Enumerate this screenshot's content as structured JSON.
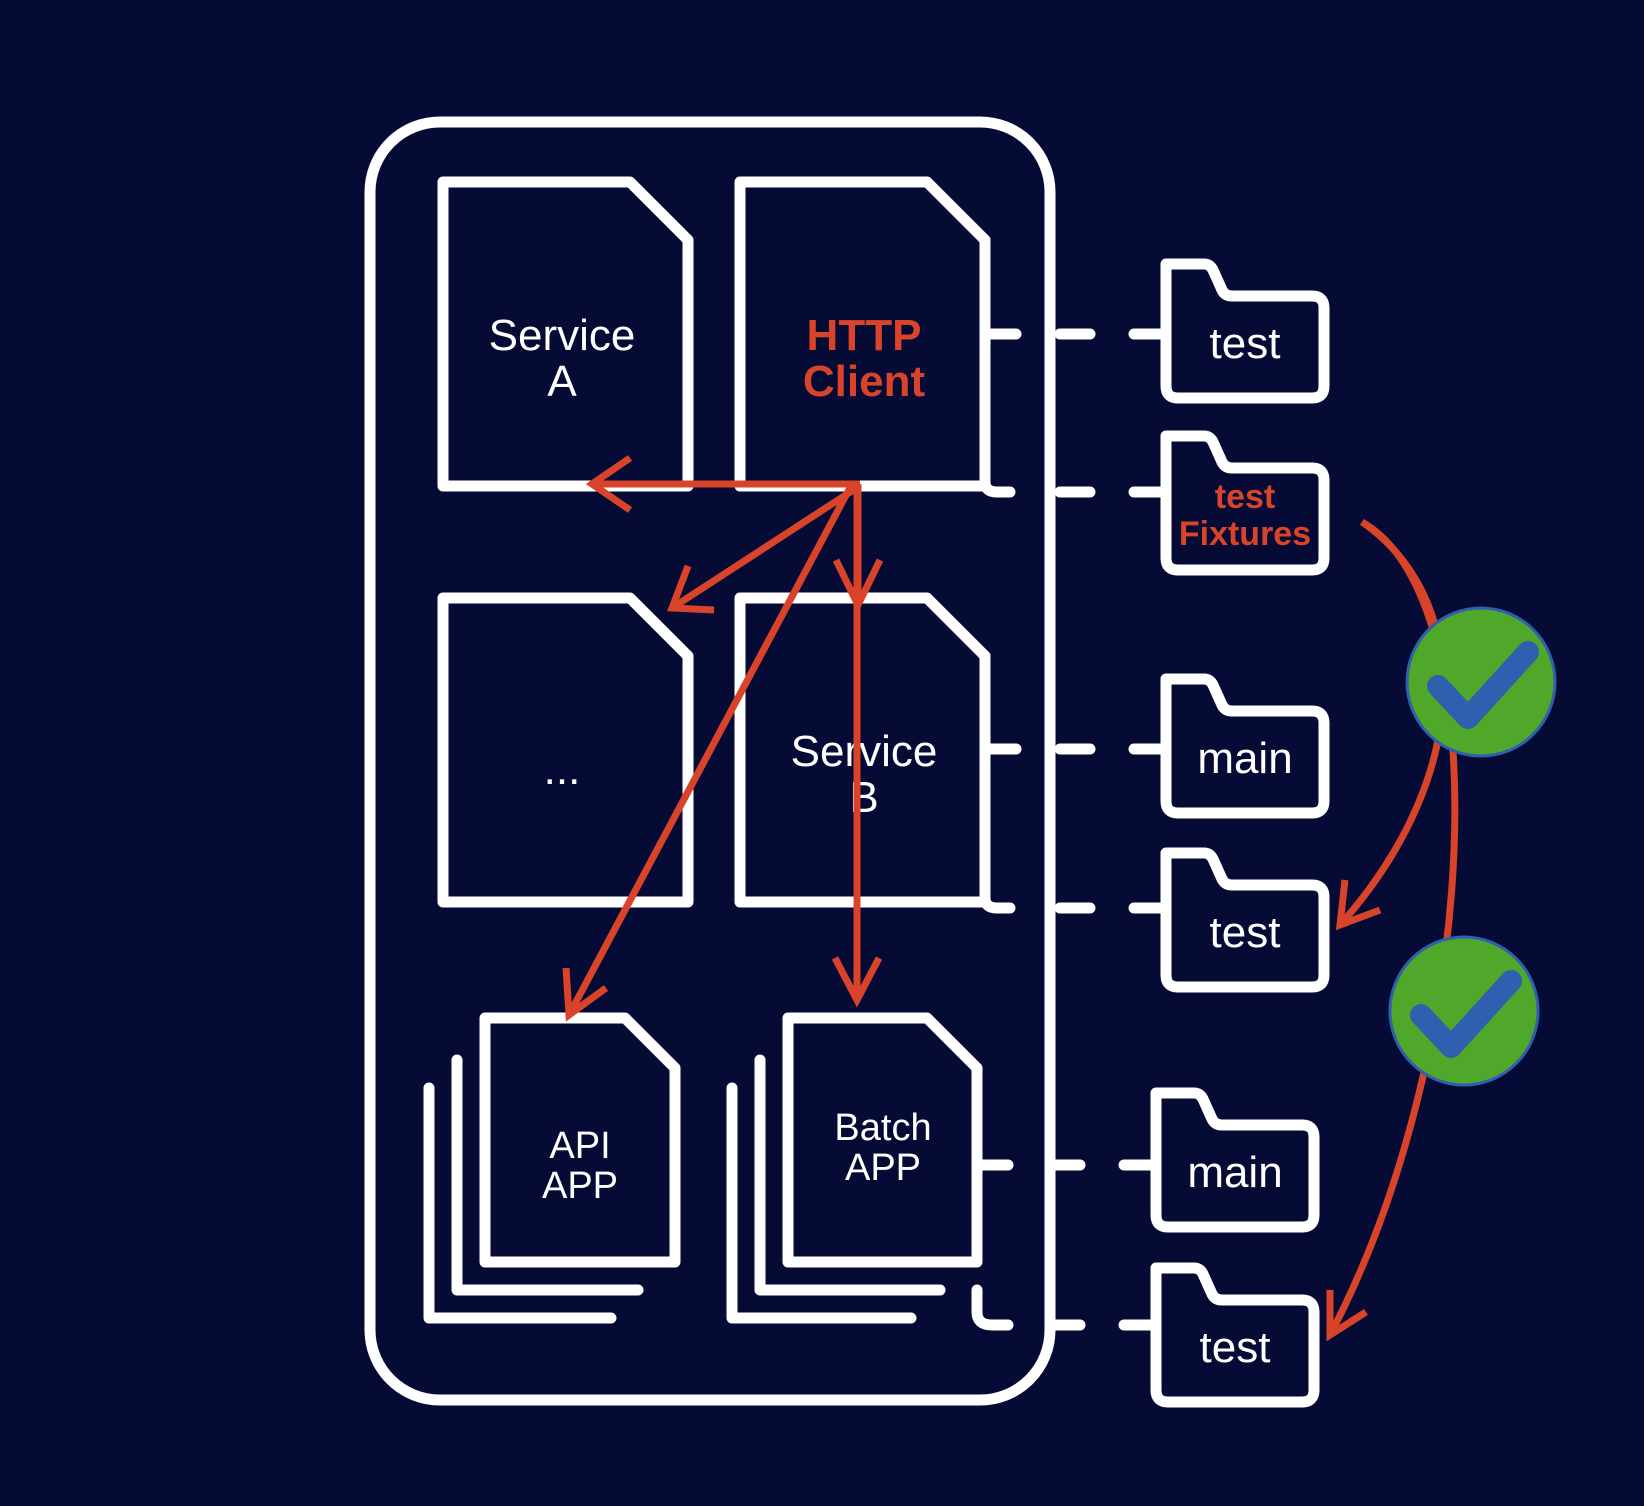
{
  "modules": {
    "service_a": {
      "line1": "Service",
      "line2": "A"
    },
    "http_client": {
      "line1": "HTTP",
      "line2": "Client"
    },
    "ellipsis": {
      "label": "..."
    },
    "service_b": {
      "line1": "Service",
      "line2": "B"
    },
    "api_app": {
      "line1": "API",
      "line2": "APP"
    },
    "batch_app": {
      "line1": "Batch",
      "line2": "APP"
    }
  },
  "folders": {
    "http_test": "test",
    "http_test_fixtures_line1": "test",
    "http_test_fixtures_line2": "Fixtures",
    "service_b_main": "main",
    "service_b_test": "test",
    "batch_main": "main",
    "batch_test": "test"
  },
  "colors": {
    "background": "#050b35",
    "outline": "#ffffff",
    "accent": "#d9432a",
    "check": "#4fa82a"
  },
  "icons": [
    "checkmark-icon",
    "checkmark-icon"
  ]
}
